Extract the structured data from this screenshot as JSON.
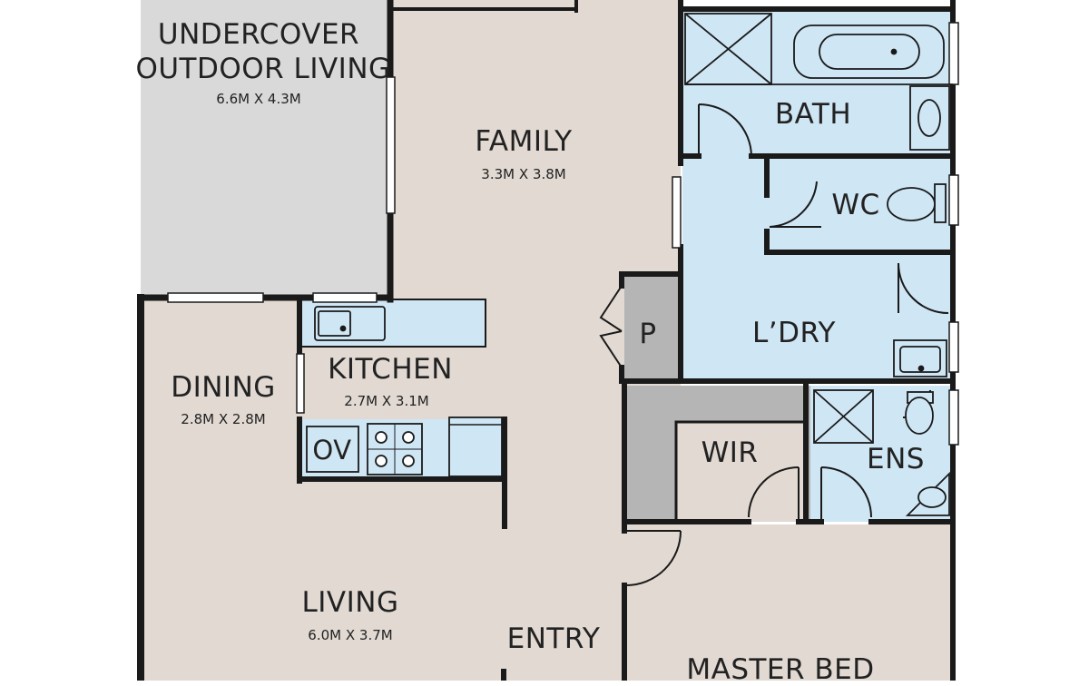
{
  "rooms": {
    "undercover": {
      "name_line1": "UNDERCOVER",
      "name_line2": "OUTDOOR LIVING",
      "dimensions": "6.6M X 4.3M"
    },
    "family": {
      "name": "FAMILY",
      "dimensions": "3.3M X 3.8M"
    },
    "bath": {
      "name": "BATH"
    },
    "wc": {
      "name": "WC"
    },
    "pantry": {
      "name": "P"
    },
    "laundry": {
      "name": "L’DRY"
    },
    "dining": {
      "name": "DINING",
      "dimensions": "2.8M X 2.8M"
    },
    "kitchen": {
      "name": "KITCHEN",
      "dimensions": "2.7M X 3.1M"
    },
    "oven": {
      "name": "OV"
    },
    "wir": {
      "name": "WIR"
    },
    "ensuite": {
      "name": "ENS"
    },
    "living": {
      "name": "LIVING",
      "dimensions": "6.0M X 3.7M"
    },
    "entry": {
      "name": "ENTRY"
    },
    "master_bed": {
      "name": "MASTER BED"
    }
  },
  "colors": {
    "floor": "#e1d9d2",
    "outdoor": "#d9d9d9",
    "wet_area": "#cfe6f5",
    "storage": "#b5b5b5",
    "wall": "#1a1a1a"
  }
}
